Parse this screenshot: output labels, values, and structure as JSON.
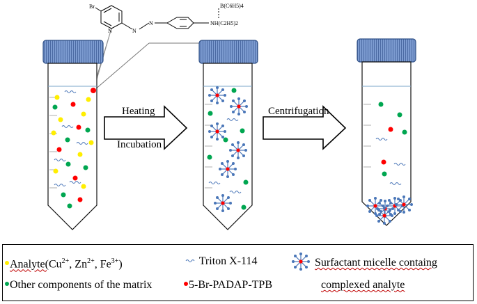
{
  "structure": {
    "bromo": "Br",
    "ring_n": "N",
    "azo_n1": "N",
    "azo_n2": "N",
    "counter_ion": "B(C6H5)4",
    "amine": "NH(C2H5)2"
  },
  "steps": {
    "step1_top": "Heating",
    "step1_bottom": "Incubation",
    "step2_top": "Centrifugation"
  },
  "legend": {
    "analyte_prefix": "Analyte(",
    "cu": "Cu",
    "cu_charge": "2+",
    "zn": "Zn",
    "zn_charge": "2+",
    "fe": "Fe",
    "fe_charge": "3+",
    "analyte_suffix": ")",
    "triton": "Triton X-114",
    "micelle_line1": "Surfactant micelle containg",
    "micelle_line2": "complexed analyte",
    "other": "Other components of the matrix",
    "reagent": "5-Br-PADAP-TPB"
  },
  "colors": {
    "analyte": "#ffee00",
    "other": "#00a650",
    "reagent": "#ff0000",
    "micelle": "#4a76b8",
    "cap": "#6a8bc2",
    "squiggle": "#c00000"
  }
}
